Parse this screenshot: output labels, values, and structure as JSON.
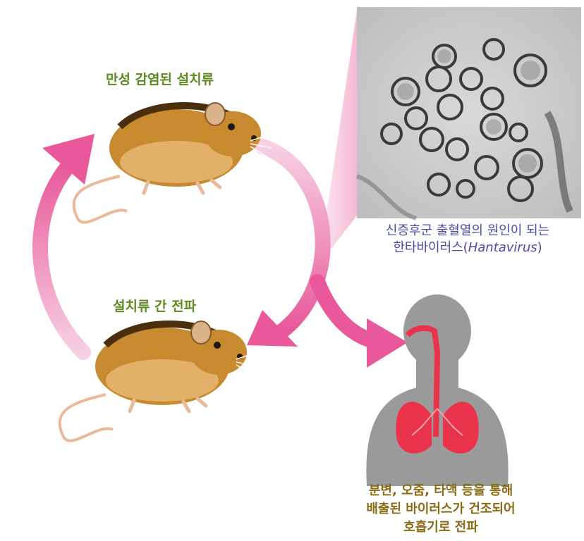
{
  "labels": {
    "rodent_top": "만성 감염된 설치류",
    "rodent_bottom": "설치류 간 전파"
  },
  "virus_caption": {
    "line1": "신증후군 출혈열의 원인이 되는",
    "line2_prefix": "한타바이러스(",
    "line2_italic": "Hantavirus",
    "line2_suffix": ")"
  },
  "human_caption": {
    "line1": "분변, 오줌, 타액 등을 통해",
    "line2": "배출된 바이러스가 건조되어",
    "line3": "호흡기로 전파"
  },
  "colors": {
    "arrow": "#e8589a",
    "text_green": "#5b8a1e",
    "virus_caption": "#4a4aa8",
    "human_caption": "#8a6a14",
    "lungs": "#e8334a",
    "body_gray": "#9a9a9a",
    "rodent_fur": "#c88a2e"
  },
  "icons": [
    "rodent-icon",
    "human-lungs-icon",
    "virus-micrograph"
  ]
}
